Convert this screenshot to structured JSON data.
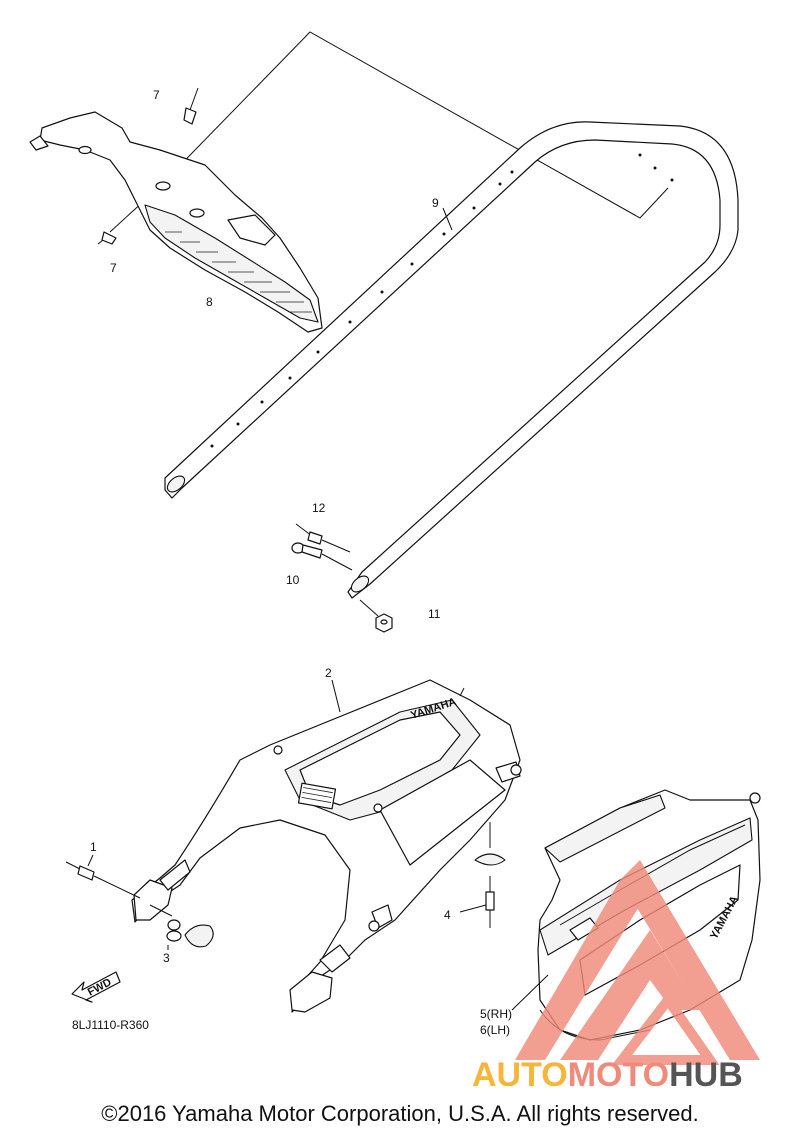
{
  "callouts": {
    "c7a": "7",
    "c7b": "7",
    "c8": "8",
    "c9": "9",
    "c12": "12",
    "c10": "10",
    "c11": "11",
    "c2": "2",
    "c1": "1",
    "c3": "3",
    "c4": "4",
    "c5": "5(RH)",
    "c6": "6(LH)"
  },
  "fwd_label": "FWD",
  "diagram_code": "8LJ1110-R360",
  "brand_marks": {
    "seat_logo": "YAMAHA",
    "bag_logo": "YAMAHA"
  },
  "watermark": {
    "part1": "AUTO",
    "part2": "MOTO",
    "part3": "HUB",
    "color_primary": "#f08a7a",
    "color_secondary": "#f7b53a",
    "color_dark": "#555555"
  },
  "copyright": "©2016 Yamaha Motor Corporation, U.S.A. All rights reserved."
}
